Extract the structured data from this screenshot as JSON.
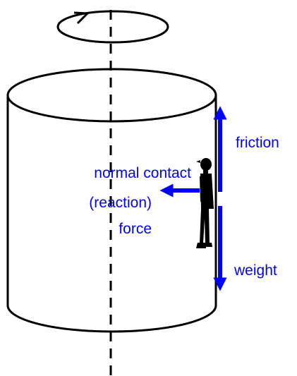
{
  "colors": {
    "force_arrow": "#0000ff",
    "label_text": "#0000ff",
    "outline": "#000000",
    "background": "#ffffff"
  },
  "labels": {
    "friction": "friction",
    "normal_force_line1": "normal contact",
    "normal_force_line2": "(reaction)",
    "normal_force_line3": "force",
    "weight": "weight"
  },
  "icons": {
    "rotation": "rotation-arrow-icon",
    "person": "person-silhouette-icon"
  }
}
